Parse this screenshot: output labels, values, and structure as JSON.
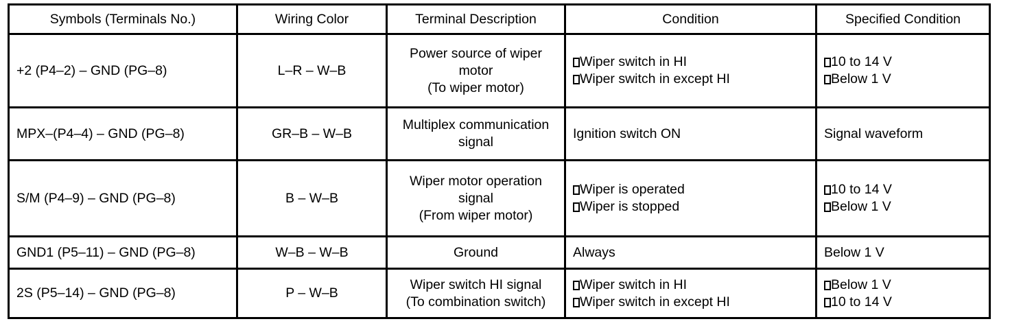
{
  "table": {
    "columns": [
      "Symbols (Terminals No.)",
      "Wiring Color",
      "Terminal Description",
      "Condition",
      "Specified Condition"
    ],
    "rows": [
      {
        "symbols": "+2 (P4–2) – GND (PG–8)",
        "wiring_color": "L–R – W–B",
        "description_lines": [
          "Power source of wiper",
          "motor",
          "(To wiper motor)"
        ],
        "condition_items": [
          "Wiper switch in HI",
          "Wiper switch in except HI"
        ],
        "specified_items": [
          "10 to 14 V",
          "Below 1 V"
        ]
      },
      {
        "symbols": "MPX–(P4–4) – GND (PG–8)",
        "wiring_color": "GR–B – W–B",
        "description_lines": [
          "Multiplex communication",
          "signal"
        ],
        "condition_items": [
          "Ignition switch ON"
        ],
        "specified_items": [
          "Signal waveform"
        ]
      },
      {
        "symbols": "S/M (P4–9) – GND (PG–8)",
        "wiring_color": "B – W–B",
        "description_lines": [
          "Wiper motor operation",
          "signal",
          "(From wiper motor)"
        ],
        "condition_items": [
          "Wiper is operated",
          "Wiper is stopped"
        ],
        "specified_items": [
          "10 to 14 V",
          "Below 1 V"
        ]
      },
      {
        "symbols": "GND1 (P5–11) – GND (PG–8)",
        "wiring_color": "W–B – W–B",
        "description_lines": [
          "Ground"
        ],
        "condition_items": [
          "Always"
        ],
        "specified_items": [
          "Below 1 V"
        ]
      },
      {
        "symbols": "2S (P5–14) – GND (PG–8)",
        "wiring_color": "P – W–B",
        "description_lines": [
          "Wiper switch HI signal",
          "(To combination switch)"
        ],
        "condition_items": [
          "Wiper switch in HI",
          "Wiper switch in except HI"
        ],
        "specified_items": [
          "Below 1 V",
          "10 to 14 V"
        ]
      }
    ],
    "bullet_glyph": "tofu-square",
    "border_color": "#000000",
    "text_color": "#000000",
    "background_color": "#ffffff"
  }
}
